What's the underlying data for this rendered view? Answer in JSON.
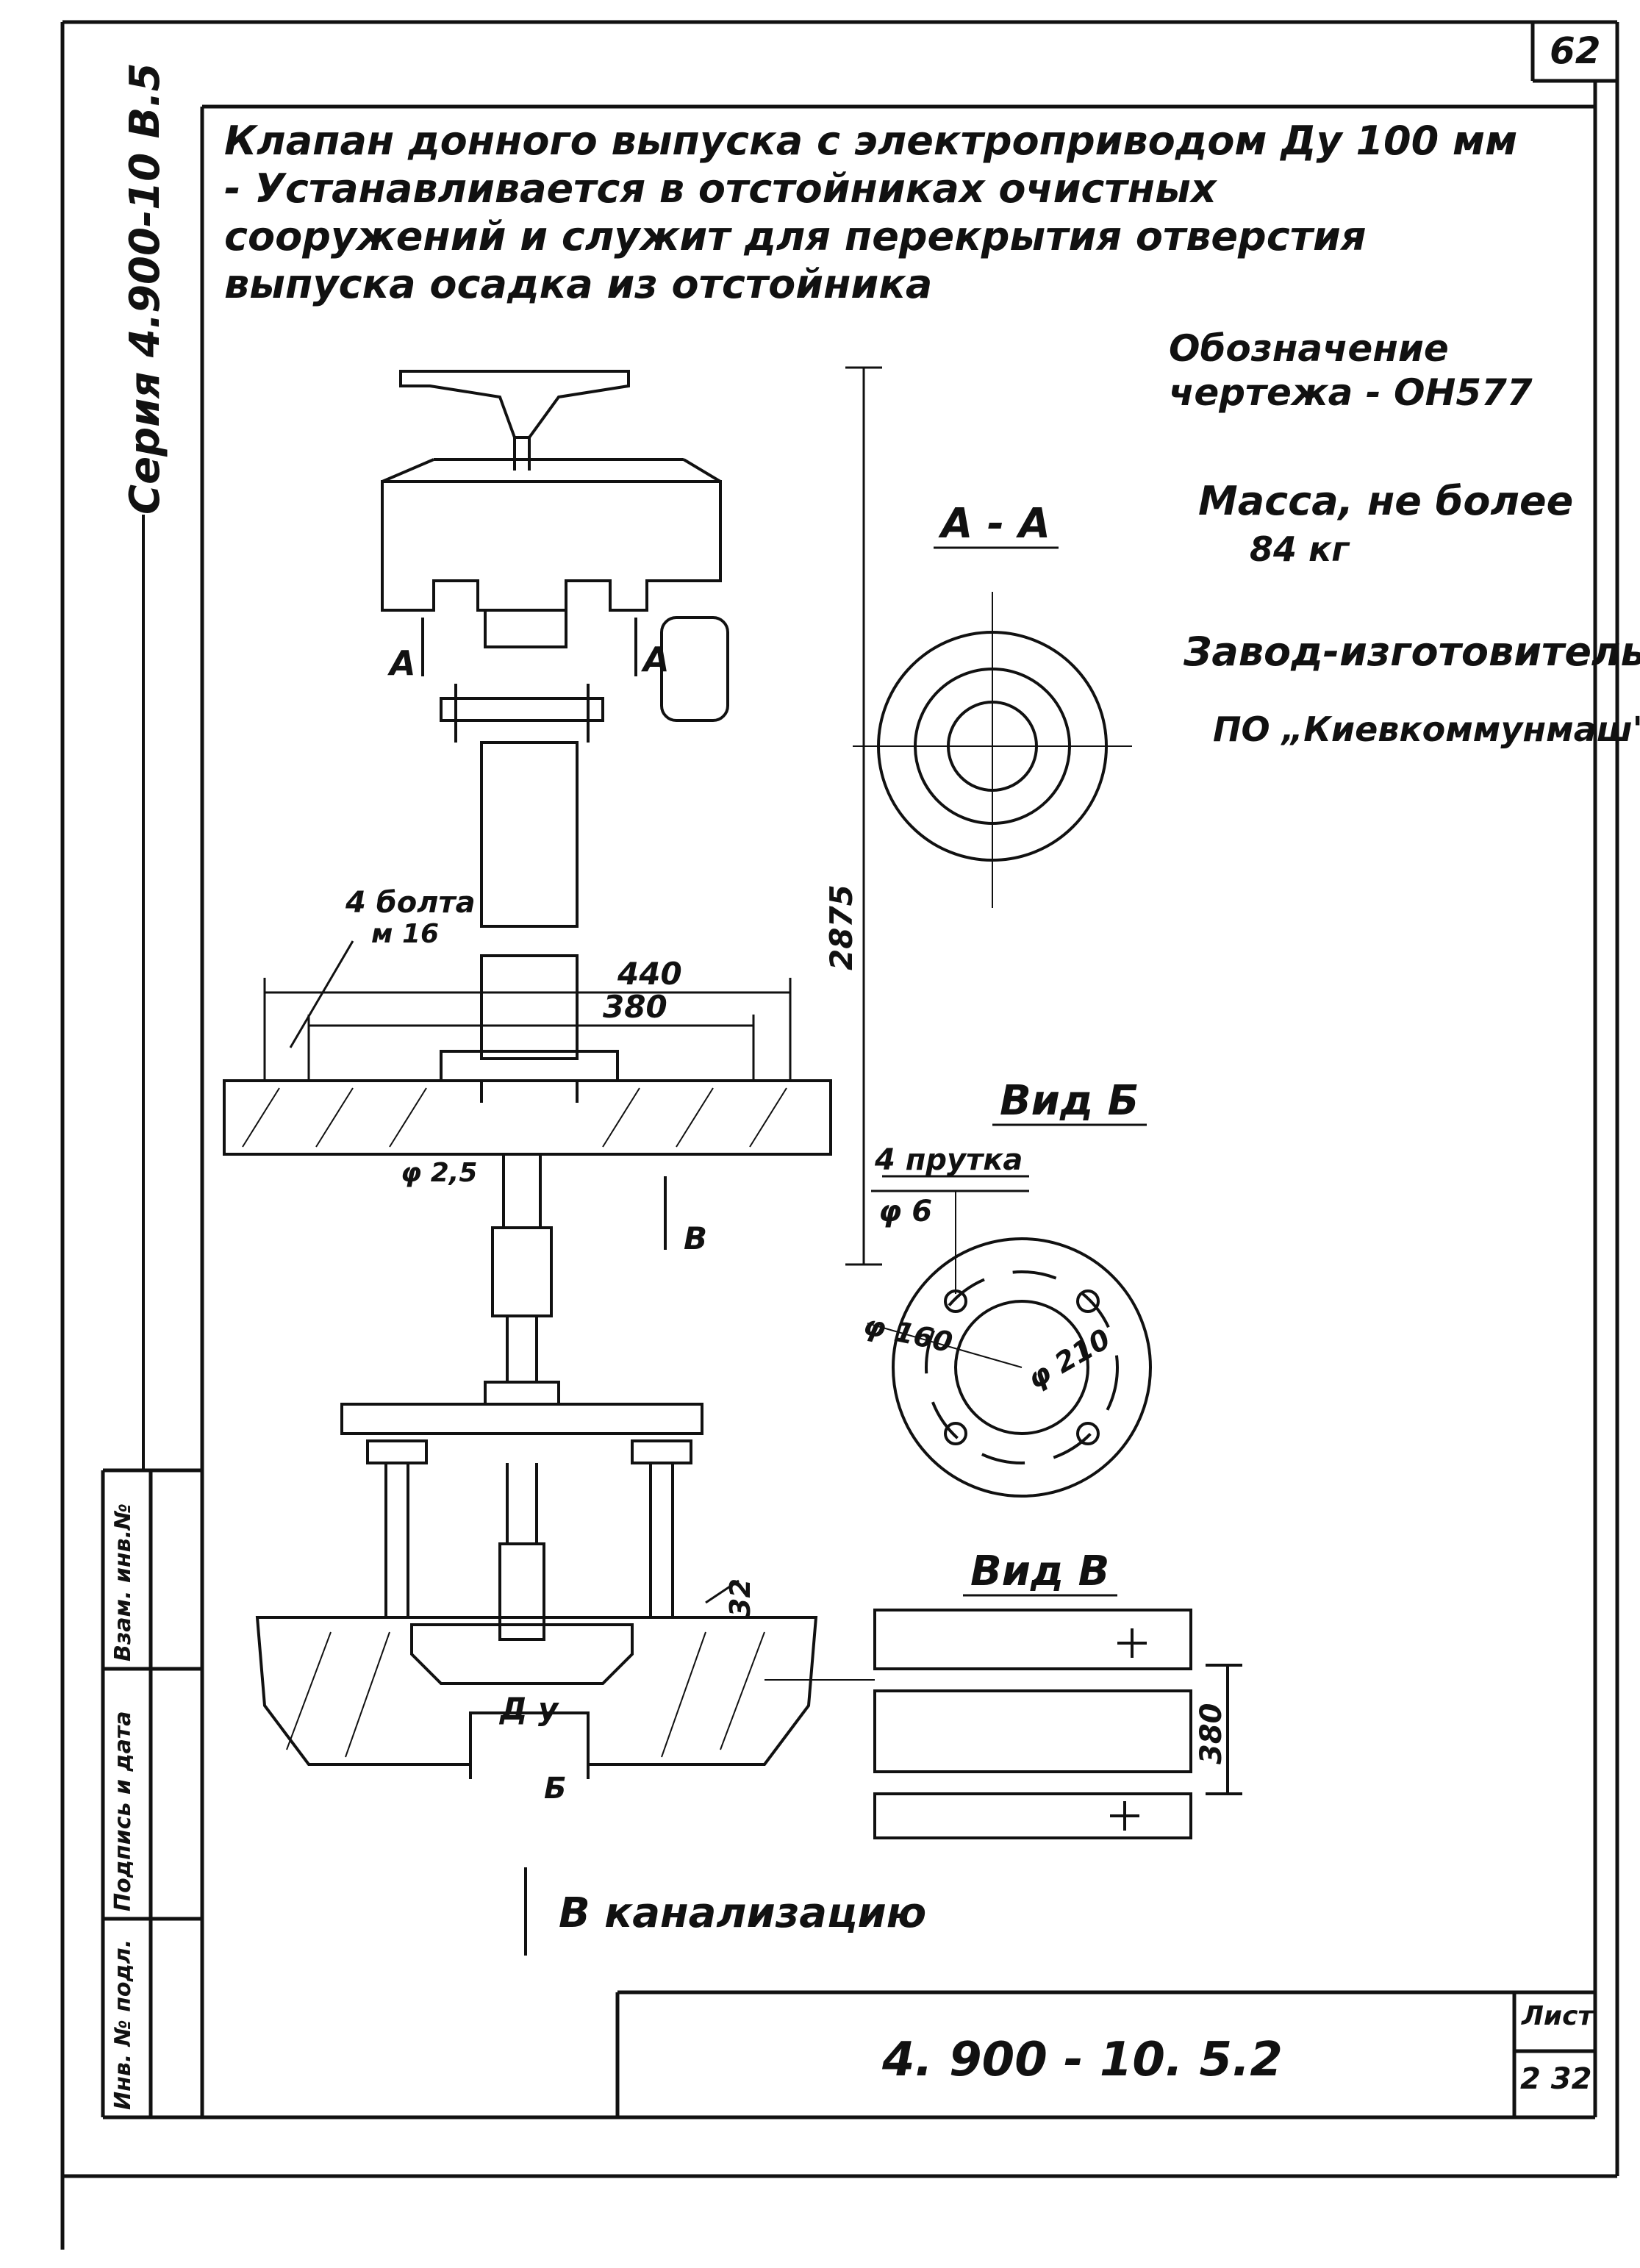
{
  "sheet": {
    "page_number": "62",
    "series": "Серия 4.900-10 В.5",
    "sheet_label": "Лист",
    "sheet_number": "2 32",
    "designation": "4. 900 - 10. 5.2",
    "stamp_labels": [
      "Инв. № подл.",
      "Подпись и дата",
      "Взам. инв.№"
    ]
  },
  "description": {
    "line1": "Клапан донного выпуска с электроприводом Ду 100 мм",
    "line2": "- Устанавливается в отстойниках очистных",
    "line3": "сооружений и служит для перекрытия отверстия",
    "line4": "выпуска осадка из отстойника"
  },
  "info": {
    "drawing_label": "Обозначение",
    "drawing_value": "чертежа - ОН577",
    "mass_label": "Масса, не более",
    "mass_value": "84 кг",
    "maker_label": "Завод-изготовитель",
    "maker_value": "ПО „Киевкоммунмаш\""
  },
  "views": {
    "section_aa": "А - А",
    "view_b": "Вид Б",
    "view_v": "Вид В"
  },
  "labels": {
    "bolts": "4 болта",
    "bolt_size": "м 16",
    "dim_440": "440",
    "dim_380": "380",
    "dim_height": "2875",
    "dim_25": "φ 2,5",
    "marker_a_left": "А",
    "marker_a_right": "А",
    "marker_v": "В",
    "marker_b": "Б",
    "dim_32": "32",
    "du": "Д у",
    "rods": "4 прутка",
    "rods_d": "φ 6",
    "d160": "φ 160",
    "d210": "φ 210",
    "dim_380_v": "380",
    "to_sewer": "В канализацию"
  }
}
